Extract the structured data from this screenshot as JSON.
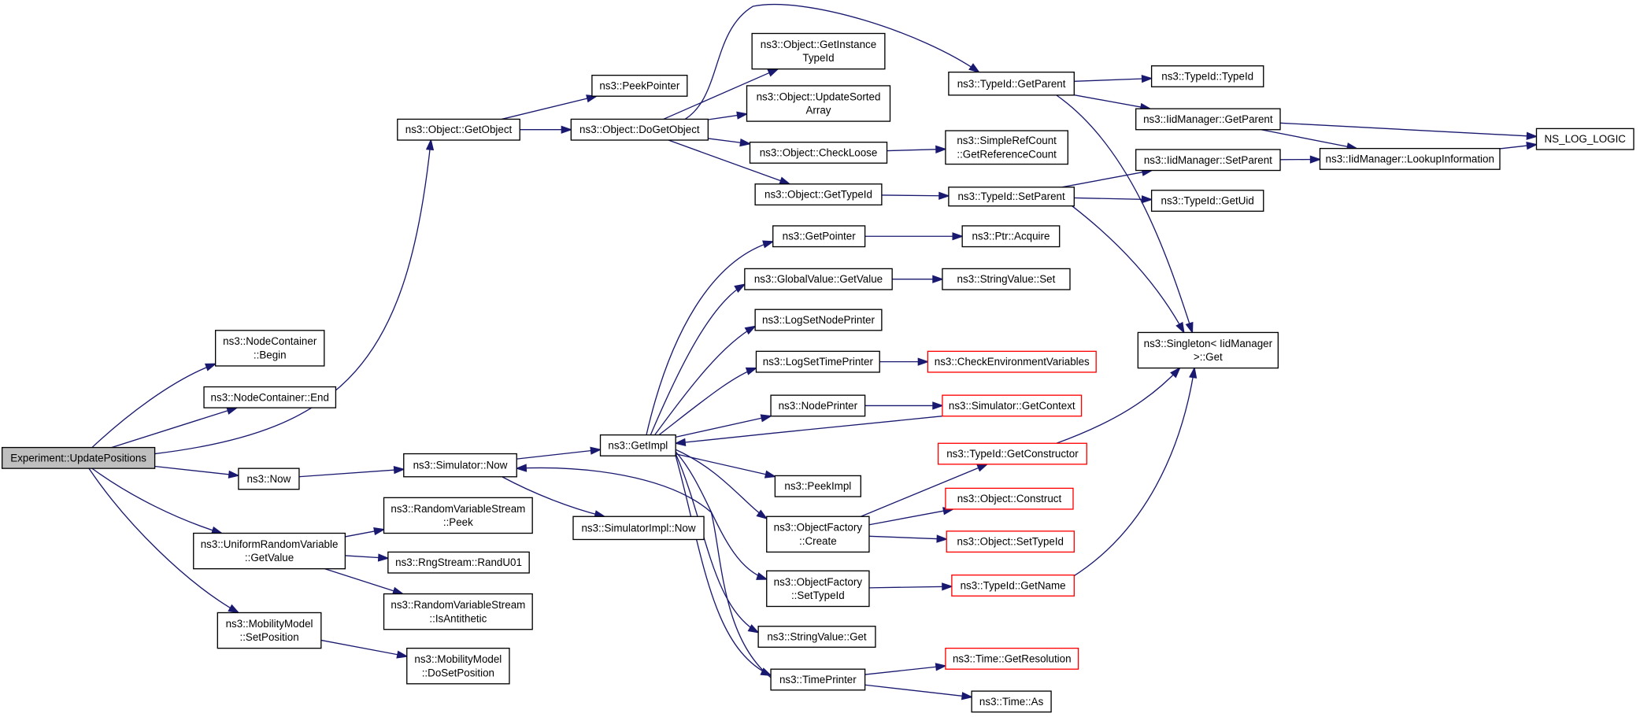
{
  "colors": {
    "edge": "#191970",
    "node_border": "#000000",
    "truncated_border": "#ff0000",
    "root_fill": "#bfbfbf",
    "node_fill": "#ffffff"
  },
  "graph": {
    "nodes": [
      {
        "id": "root",
        "lines": [
          "Experiment::UpdatePositions"
        ],
        "style": "root"
      },
      {
        "id": "nc_begin",
        "lines": [
          "ns3::NodeContainer",
          "::Begin"
        ],
        "style": "normal"
      },
      {
        "id": "nc_end",
        "lines": [
          "ns3::NodeContainer::End"
        ],
        "style": "normal"
      },
      {
        "id": "now",
        "lines": [
          "ns3::Now"
        ],
        "style": "normal"
      },
      {
        "id": "urv_getvalue",
        "lines": [
          "ns3::UniformRandomVariable",
          "::GetValue"
        ],
        "style": "normal"
      },
      {
        "id": "mm_setpos",
        "lines": [
          "ns3::MobilityModel",
          "::SetPosition"
        ],
        "style": "normal"
      },
      {
        "id": "obj_getobject",
        "lines": [
          "ns3::Object::GetObject"
        ],
        "style": "normal"
      },
      {
        "id": "sim_now",
        "lines": [
          "ns3::Simulator::Now"
        ],
        "style": "normal"
      },
      {
        "id": "rvs_peek",
        "lines": [
          "ns3::RandomVariableStream",
          "::Peek"
        ],
        "style": "normal"
      },
      {
        "id": "rng_randu01",
        "lines": [
          "ns3::RngStream::RandU01"
        ],
        "style": "normal"
      },
      {
        "id": "rvs_isanti",
        "lines": [
          "ns3::RandomVariableStream",
          "::IsAntithetic"
        ],
        "style": "normal"
      },
      {
        "id": "mm_dosetpos",
        "lines": [
          "ns3::MobilityModel",
          "::DoSetPosition"
        ],
        "style": "normal"
      },
      {
        "id": "peekpointer",
        "lines": [
          "ns3::PeekPointer"
        ],
        "style": "normal"
      },
      {
        "id": "obj_dogetobject",
        "lines": [
          "ns3::Object::DoGetObject"
        ],
        "style": "normal"
      },
      {
        "id": "getimpl",
        "lines": [
          "ns3::GetImpl"
        ],
        "style": "normal"
      },
      {
        "id": "simimpl_now",
        "lines": [
          "ns3::SimulatorImpl::Now"
        ],
        "style": "normal"
      },
      {
        "id": "obj_getinstancetypeid",
        "lines": [
          "ns3::Object::GetInstance",
          "TypeId"
        ],
        "style": "normal"
      },
      {
        "id": "obj_updatesorted",
        "lines": [
          "ns3::Object::UpdateSorted",
          "Array"
        ],
        "style": "normal"
      },
      {
        "id": "obj_checkloose",
        "lines": [
          "ns3::Object::CheckLoose"
        ],
        "style": "normal"
      },
      {
        "id": "obj_gettypeid",
        "lines": [
          "ns3::Object::GetTypeId"
        ],
        "style": "normal"
      },
      {
        "id": "getpointer",
        "lines": [
          "ns3::GetPointer"
        ],
        "style": "normal"
      },
      {
        "id": "gv_getvalue",
        "lines": [
          "ns3::GlobalValue::GetValue"
        ],
        "style": "normal"
      },
      {
        "id": "logsetnodeprinter",
        "lines": [
          "ns3::LogSetNodePrinter"
        ],
        "style": "normal"
      },
      {
        "id": "logsettimeprinter",
        "lines": [
          "ns3::LogSetTimePrinter"
        ],
        "style": "normal"
      },
      {
        "id": "nodeprinter",
        "lines": [
          "ns3::NodePrinter"
        ],
        "style": "normal"
      },
      {
        "id": "peekimpl",
        "lines": [
          "ns3::PeekImpl"
        ],
        "style": "normal"
      },
      {
        "id": "of_create",
        "lines": [
          "ns3::ObjectFactory",
          "::Create"
        ],
        "style": "normal"
      },
      {
        "id": "of_settypeid",
        "lines": [
          "ns3::ObjectFactory",
          "::SetTypeId"
        ],
        "style": "normal"
      },
      {
        "id": "sv_get",
        "lines": [
          "ns3::StringValue::Get"
        ],
        "style": "normal"
      },
      {
        "id": "timeprinter",
        "lines": [
          "ns3::TimePrinter"
        ],
        "style": "normal"
      },
      {
        "id": "tid_getparent",
        "lines": [
          "ns3::TypeId::GetParent"
        ],
        "style": "normal"
      },
      {
        "id": "tid_setparent",
        "lines": [
          "ns3::TypeId::SetParent"
        ],
        "style": "normal"
      },
      {
        "id": "simplerefcount",
        "lines": [
          "ns3::SimpleRefCount",
          "::GetReferenceCount"
        ],
        "style": "normal"
      },
      {
        "id": "ptr_acquire",
        "lines": [
          "ns3::Ptr::Acquire"
        ],
        "style": "normal"
      },
      {
        "id": "sv_set",
        "lines": [
          "ns3::StringValue::Set"
        ],
        "style": "normal"
      },
      {
        "id": "checkenv",
        "lines": [
          "ns3::CheckEnvironmentVariables"
        ],
        "style": "truncated"
      },
      {
        "id": "sim_getcontext",
        "lines": [
          "ns3::Simulator::GetContext"
        ],
        "style": "truncated"
      },
      {
        "id": "tid_getconstructor",
        "lines": [
          "ns3::TypeId::GetConstructor"
        ],
        "style": "truncated"
      },
      {
        "id": "obj_construct",
        "lines": [
          "ns3::Object::Construct"
        ],
        "style": "truncated"
      },
      {
        "id": "obj_settypeid",
        "lines": [
          "ns3::Object::SetTypeId"
        ],
        "style": "truncated"
      },
      {
        "id": "tid_getname",
        "lines": [
          "ns3::TypeId::GetName"
        ],
        "style": "truncated"
      },
      {
        "id": "time_getresolution",
        "lines": [
          "ns3::Time::GetResolution"
        ],
        "style": "truncated"
      },
      {
        "id": "time_as",
        "lines": [
          "ns3::Time::As"
        ],
        "style": "normal"
      },
      {
        "id": "tid_typeid",
        "lines": [
          "ns3::TypeId::TypeId"
        ],
        "style": "normal"
      },
      {
        "id": "iidmgr_getparent",
        "lines": [
          "ns3::IidManager::GetParent"
        ],
        "style": "normal"
      },
      {
        "id": "iidmgr_setparent",
        "lines": [
          "ns3::IidManager::SetParent"
        ],
        "style": "normal"
      },
      {
        "id": "tid_getuid",
        "lines": [
          "ns3::TypeId::GetUid"
        ],
        "style": "normal"
      },
      {
        "id": "singleton_get",
        "lines": [
          "ns3::Singleton< IidManager",
          " >::Get"
        ],
        "style": "normal"
      },
      {
        "id": "iidmgr_lookup",
        "lines": [
          "ns3::IidManager::LookupInformation"
        ],
        "style": "normal"
      },
      {
        "id": "ns_log_logic",
        "lines": [
          "NS_LOG_LOGIC"
        ],
        "style": "normal"
      }
    ],
    "edges": [
      {
        "from": "root",
        "to": "nc_begin"
      },
      {
        "from": "root",
        "to": "nc_end"
      },
      {
        "from": "root",
        "to": "obj_getobject"
      },
      {
        "from": "root",
        "to": "now"
      },
      {
        "from": "root",
        "to": "urv_getvalue"
      },
      {
        "from": "root",
        "to": "mm_setpos"
      },
      {
        "from": "obj_getobject",
        "to": "peekpointer"
      },
      {
        "from": "obj_getobject",
        "to": "obj_dogetobject"
      },
      {
        "from": "now",
        "to": "sim_now"
      },
      {
        "from": "sim_now",
        "to": "getimpl"
      },
      {
        "from": "sim_now",
        "to": "simimpl_now"
      },
      {
        "from": "urv_getvalue",
        "to": "rvs_peek"
      },
      {
        "from": "urv_getvalue",
        "to": "rng_randu01"
      },
      {
        "from": "urv_getvalue",
        "to": "rvs_isanti"
      },
      {
        "from": "mm_setpos",
        "to": "mm_dosetpos"
      },
      {
        "from": "obj_dogetobject",
        "to": "obj_getinstancetypeid"
      },
      {
        "from": "obj_dogetobject",
        "to": "obj_updatesorted"
      },
      {
        "from": "obj_dogetobject",
        "to": "obj_checkloose"
      },
      {
        "from": "obj_dogetobject",
        "to": "obj_gettypeid"
      },
      {
        "from": "obj_dogetobject",
        "to": "tid_getparent"
      },
      {
        "from": "obj_checkloose",
        "to": "simplerefcount"
      },
      {
        "from": "obj_gettypeid",
        "to": "tid_setparent"
      },
      {
        "from": "tid_getparent",
        "to": "tid_typeid"
      },
      {
        "from": "tid_getparent",
        "to": "iidmgr_getparent"
      },
      {
        "from": "tid_getparent",
        "to": "singleton_get"
      },
      {
        "from": "tid_setparent",
        "to": "iidmgr_setparent"
      },
      {
        "from": "tid_setparent",
        "to": "tid_getuid"
      },
      {
        "from": "tid_setparent",
        "to": "singleton_get"
      },
      {
        "from": "iidmgr_getparent",
        "to": "iidmgr_lookup"
      },
      {
        "from": "iidmgr_getparent",
        "to": "ns_log_logic"
      },
      {
        "from": "iidmgr_setparent",
        "to": "iidmgr_lookup"
      },
      {
        "from": "iidmgr_lookup",
        "to": "ns_log_logic"
      },
      {
        "from": "getimpl",
        "to": "getpointer"
      },
      {
        "from": "getimpl",
        "to": "gv_getvalue"
      },
      {
        "from": "getimpl",
        "to": "logsetnodeprinter"
      },
      {
        "from": "getimpl",
        "to": "logsettimeprinter"
      },
      {
        "from": "getimpl",
        "to": "nodeprinter"
      },
      {
        "from": "getimpl",
        "to": "peekimpl"
      },
      {
        "from": "getimpl",
        "to": "of_create"
      },
      {
        "from": "getimpl",
        "to": "of_settypeid"
      },
      {
        "from": "getimpl",
        "to": "sv_get"
      },
      {
        "from": "getimpl",
        "to": "timeprinter"
      },
      {
        "from": "getpointer",
        "to": "ptr_acquire"
      },
      {
        "from": "gv_getvalue",
        "to": "sv_set"
      },
      {
        "from": "logsettimeprinter",
        "to": "checkenv"
      },
      {
        "from": "nodeprinter",
        "to": "sim_getcontext"
      },
      {
        "from": "sim_getcontext",
        "to": "getimpl"
      },
      {
        "from": "of_create",
        "to": "tid_getconstructor"
      },
      {
        "from": "of_create",
        "to": "obj_construct"
      },
      {
        "from": "of_create",
        "to": "obj_settypeid"
      },
      {
        "from": "of_settypeid",
        "to": "tid_getname"
      },
      {
        "from": "tid_getconstructor",
        "to": "singleton_get"
      },
      {
        "from": "tid_getname",
        "to": "singleton_get"
      },
      {
        "from": "timeprinter",
        "to": "time_getresolution"
      },
      {
        "from": "timeprinter",
        "to": "time_as"
      },
      {
        "from": "timeprinter",
        "to": "sim_now"
      }
    ]
  }
}
